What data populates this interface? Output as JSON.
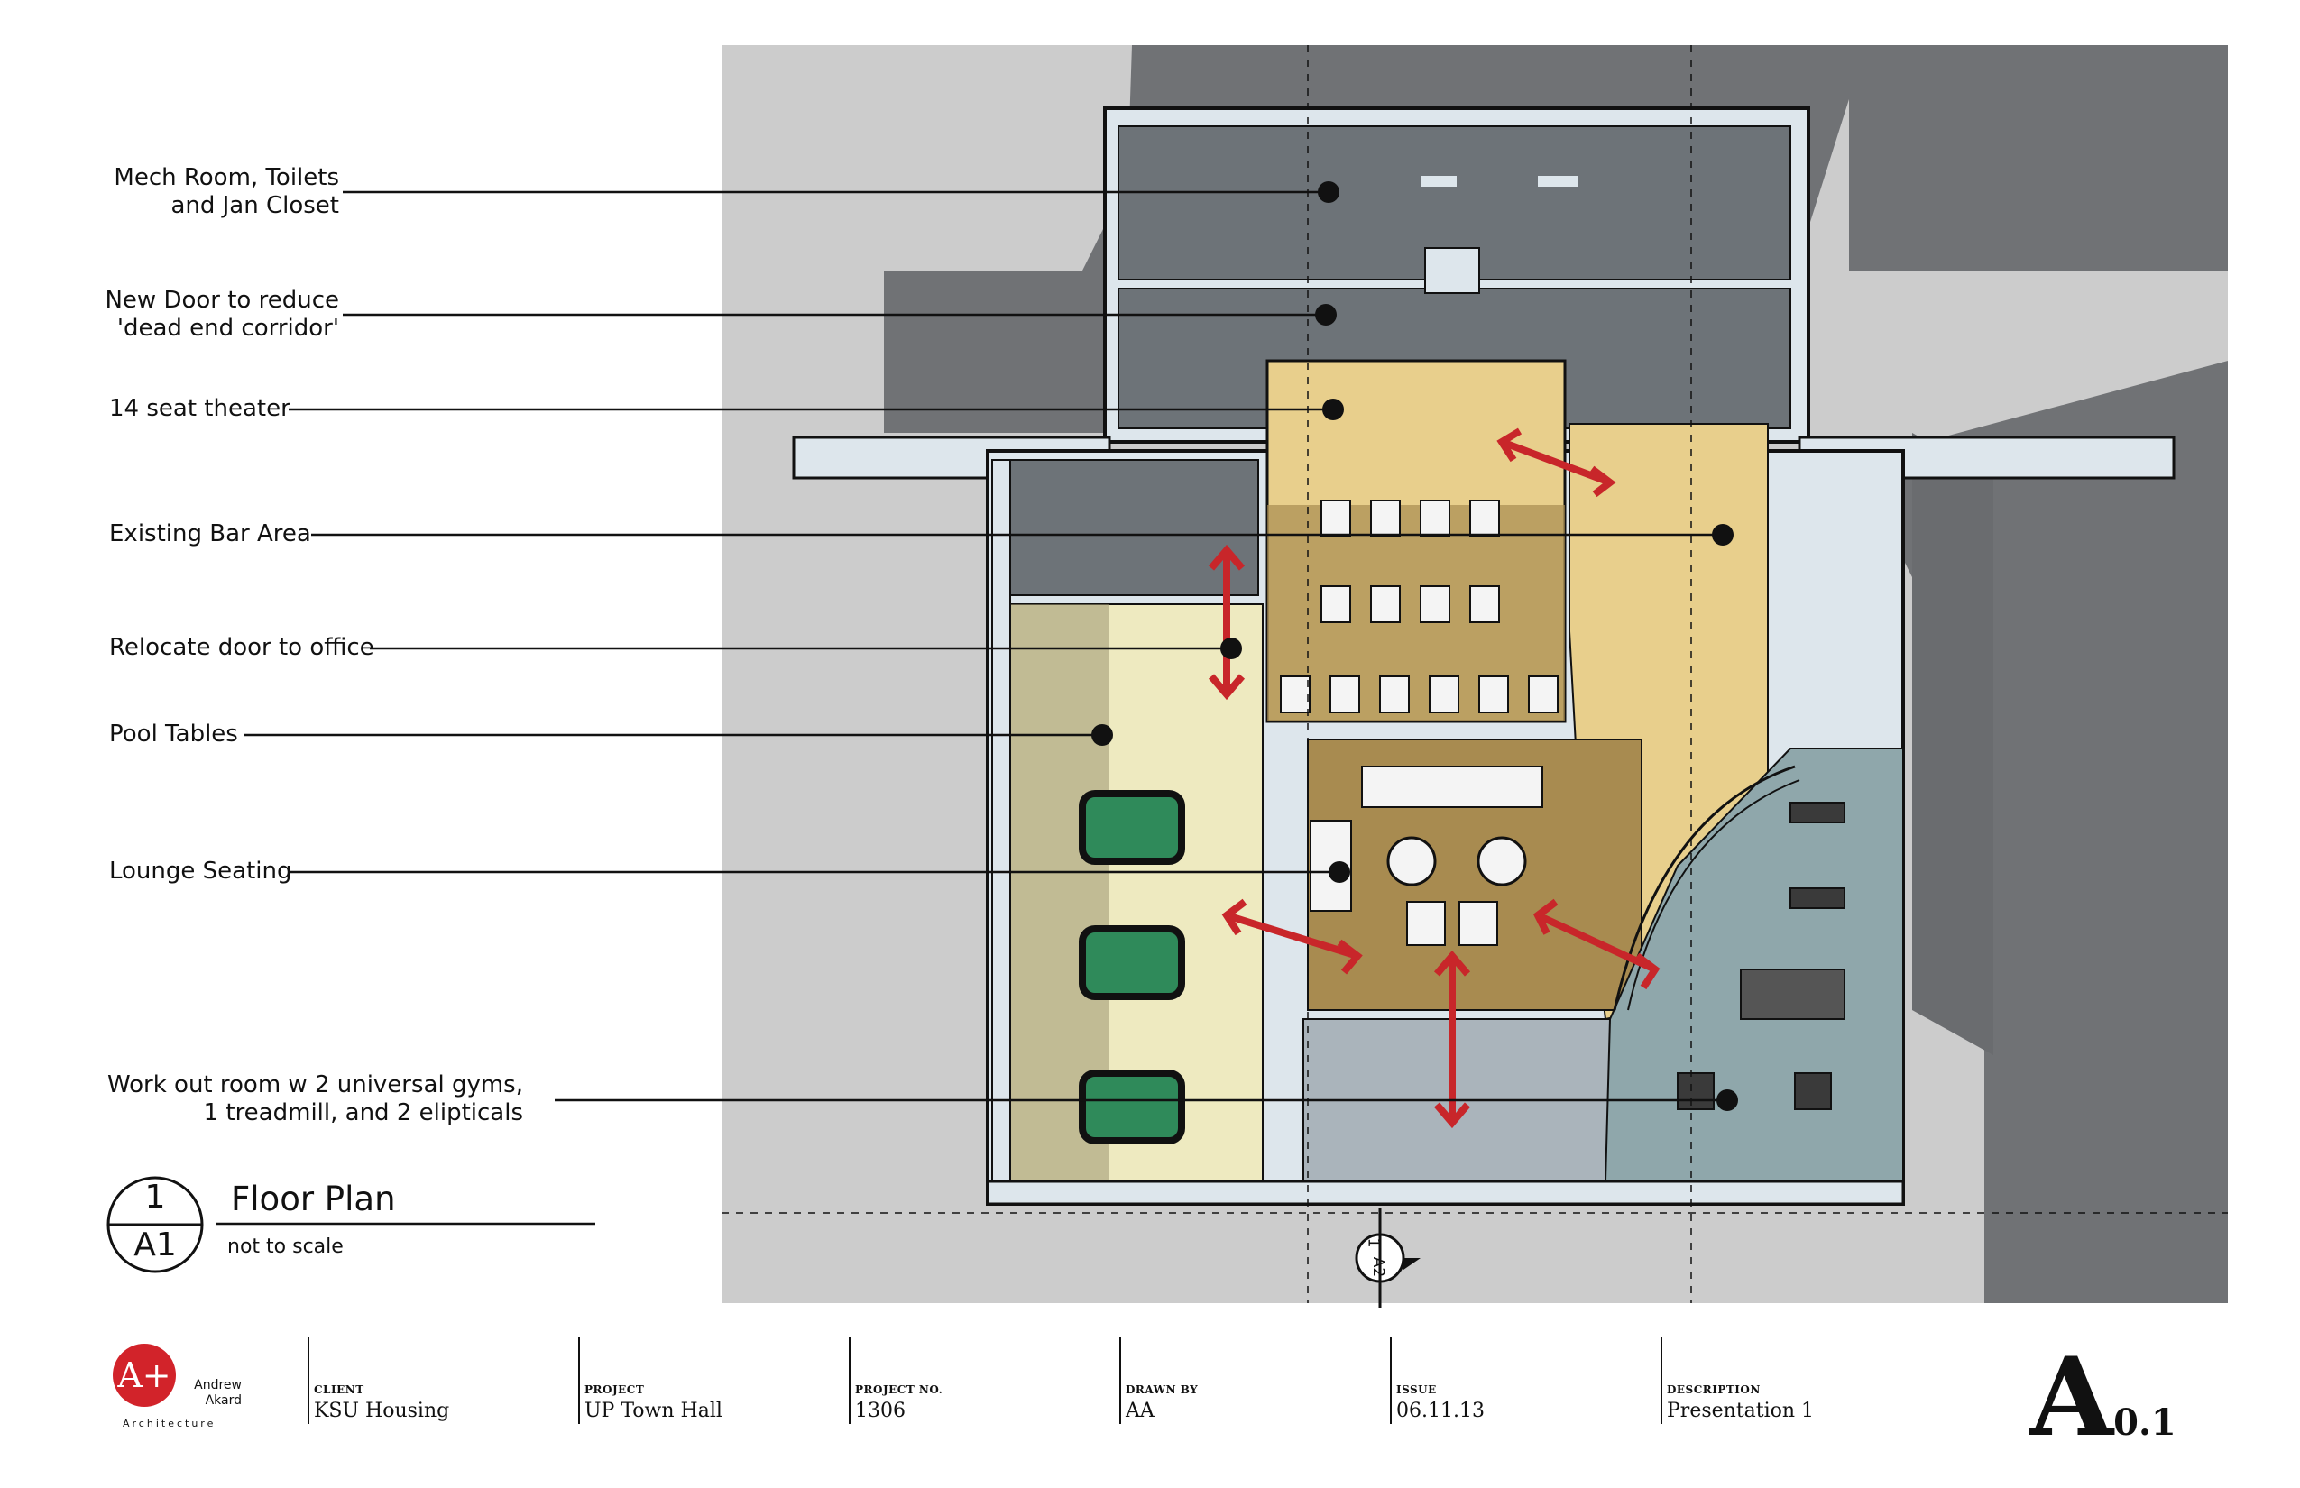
{
  "callouts": [
    {
      "id": "mech",
      "lines": [
        "Mech Room, Toilets",
        "and Jan Closet"
      ]
    },
    {
      "id": "door",
      "lines": [
        "New Door to reduce",
        "'dead end corridor'"
      ]
    },
    {
      "id": "theater",
      "lines": [
        "14 seat theater"
      ]
    },
    {
      "id": "bar",
      "lines": [
        "Existing Bar Area"
      ]
    },
    {
      "id": "office",
      "lines": [
        "Relocate door to office"
      ]
    },
    {
      "id": "pool",
      "lines": [
        "Pool Tables"
      ]
    },
    {
      "id": "lounge",
      "lines": [
        "Lounge Seating"
      ]
    },
    {
      "id": "workout",
      "lines": [
        "Work out room w 2 universal gyms,",
        "1 treadmill, and 2 elipticals"
      ]
    }
  ],
  "drawing_title": {
    "number": "1",
    "sheet": "A1",
    "title": "Floor Plan",
    "scale": "not to scale"
  },
  "section_marker": {
    "number": "1",
    "sheet": "A2"
  },
  "title_block": {
    "logo_mark": "A+",
    "firm_name_line1": "Andrew",
    "firm_name_line2": "Akard",
    "firm_name_line3": "Architecture",
    "client_key": "CLIENT",
    "client": "KSU Housing",
    "project_key": "PROJECT",
    "project": "UP Town Hall",
    "project_no_key": "PROJECT NO.",
    "project_no": "1306",
    "drawn_by_key": "DRAWN BY",
    "drawn_by": "AA",
    "issue_key": "ISSUE",
    "issue": "06.11.13",
    "description_key": "DESCRIPTION",
    "description": "Presentation 1",
    "sheet_letter": "A",
    "sheet_number": "0.1"
  },
  "colors": {
    "shadow": "#6f7174",
    "background": "#cccccc",
    "wall": "#dde6ec",
    "dark_room": "#6d7378",
    "theater": "#e8cf8c",
    "pool_room": "#eeeac0",
    "lounge": "#a88b50",
    "workout": "#8fa7ab",
    "arrow": "#c8262a",
    "pool_table": "#2f8a5a",
    "logo": "#d2232a"
  }
}
